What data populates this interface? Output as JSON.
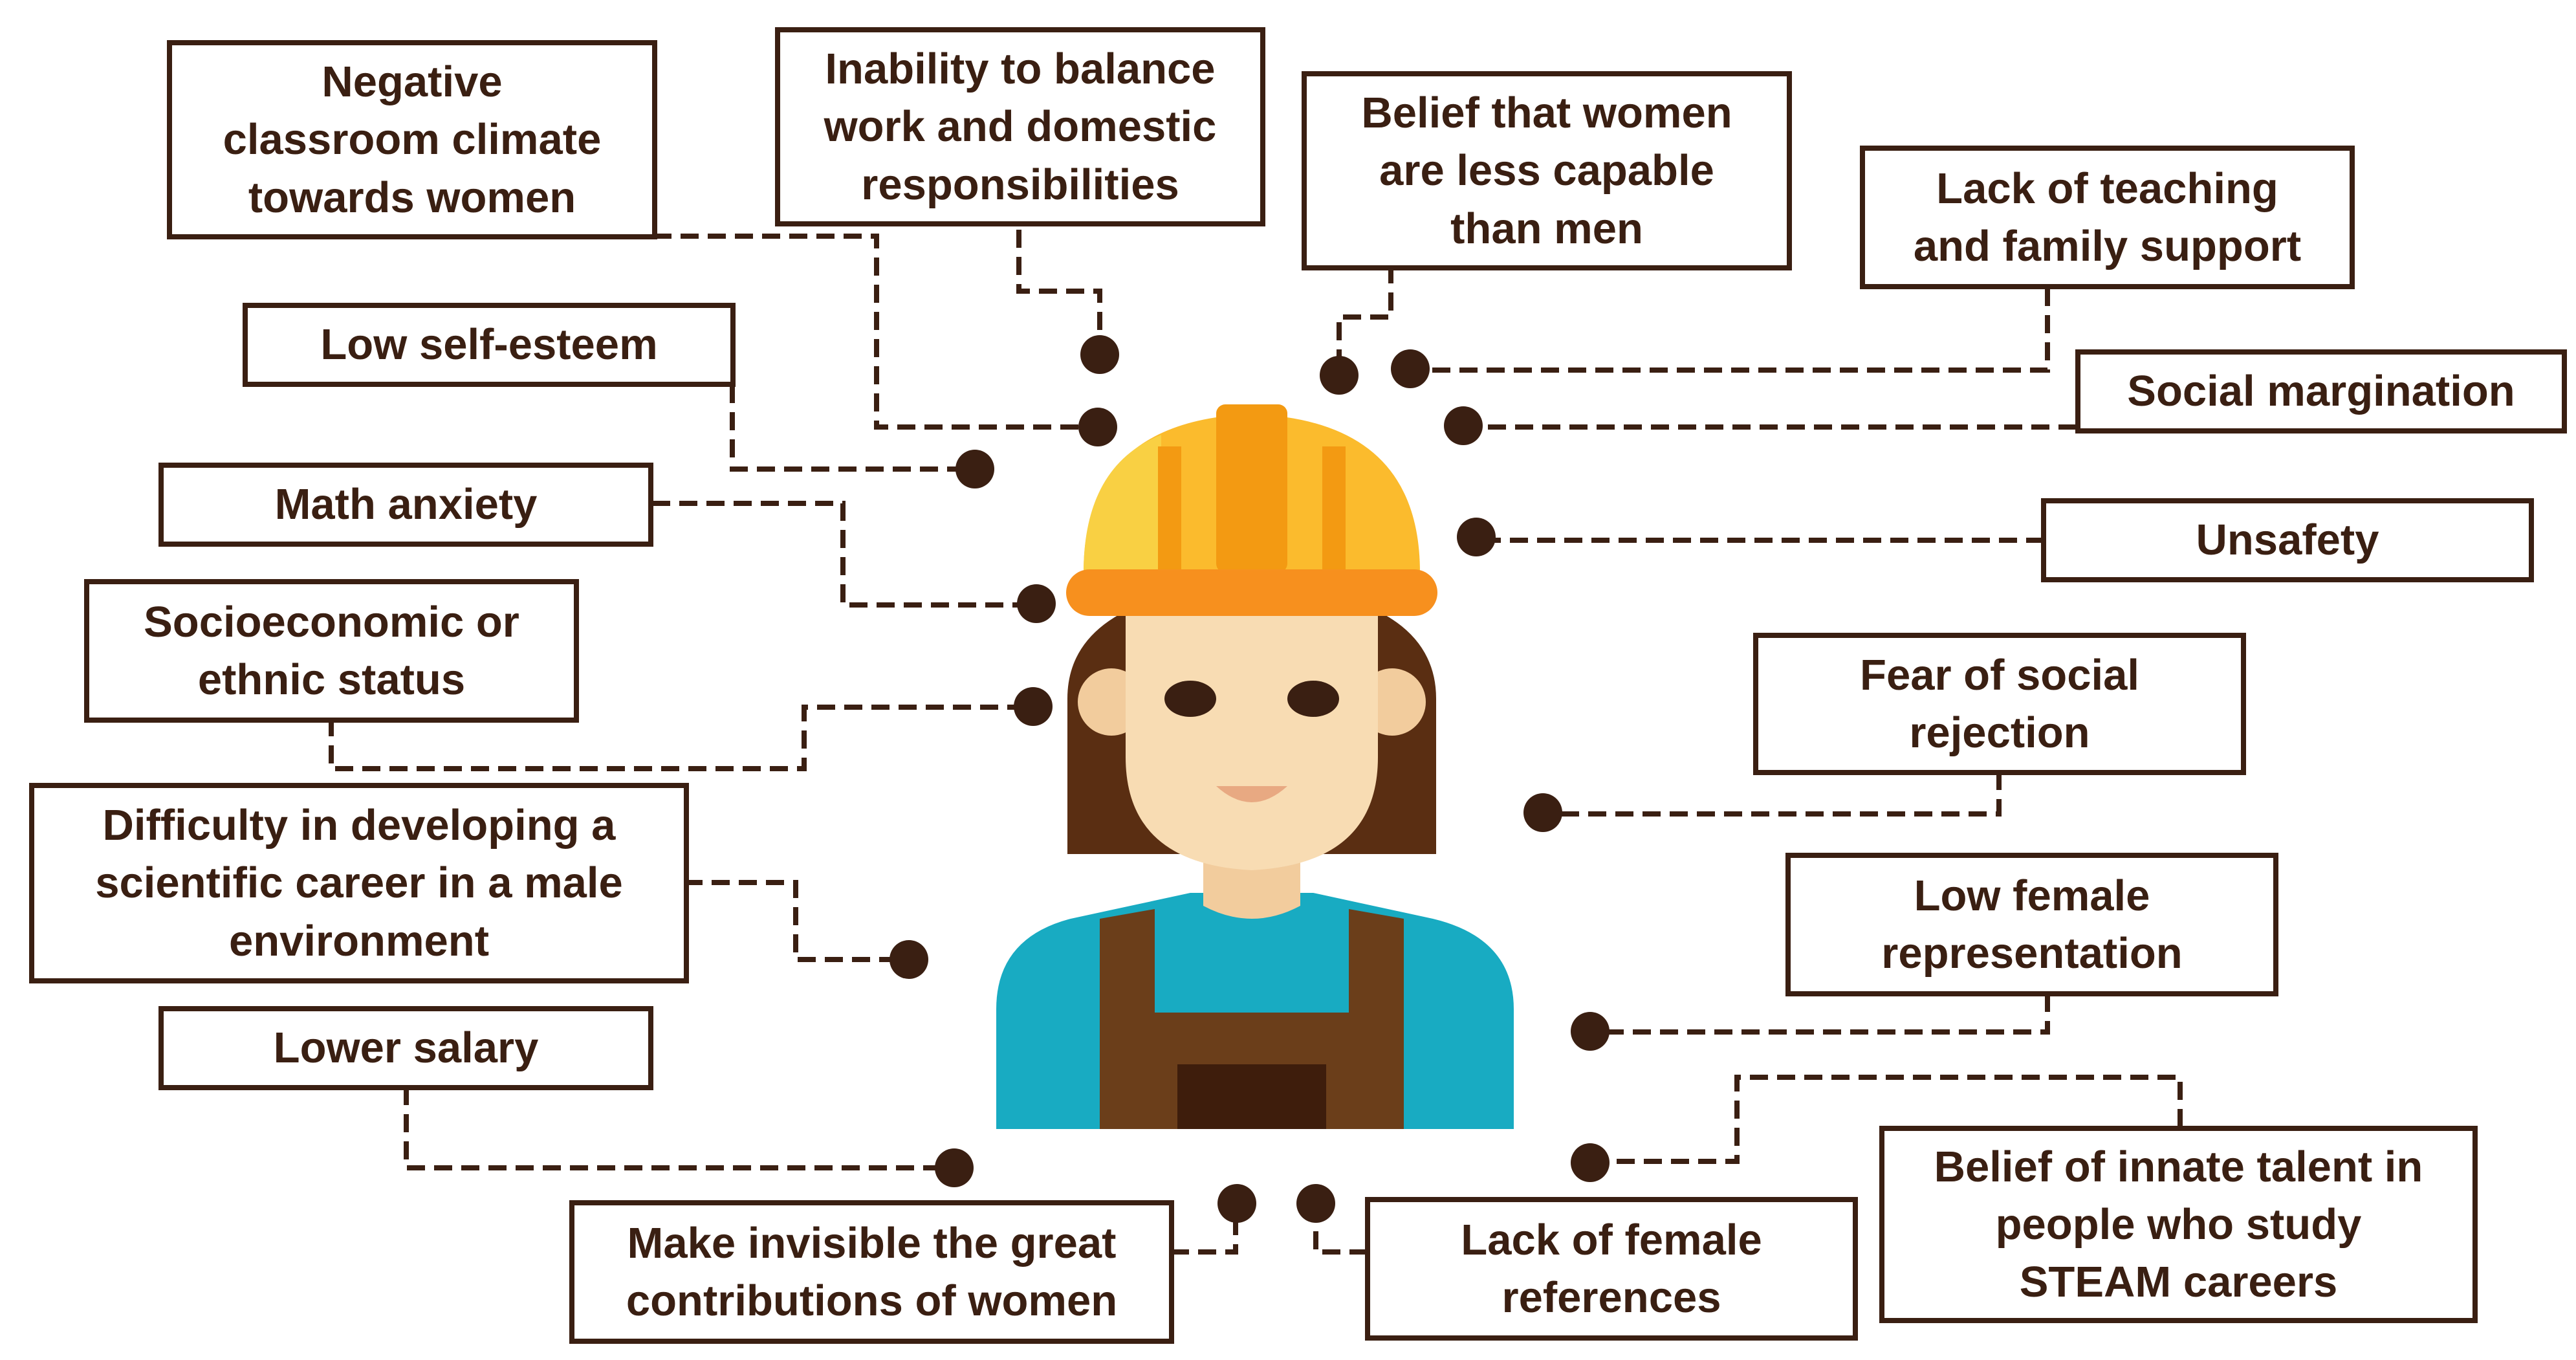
{
  "colors": {
    "ink": "#3a1f12",
    "background": "#ffffff",
    "helmet": "#fbbb2d",
    "helmet_dark": "#f39a12",
    "helmet_brim": "#f7901e",
    "hair": "#5a2e12",
    "skin": "#f8dcb3",
    "skin_shadow": "#f2cc9d",
    "shirt": "#18abc2",
    "overalls": "#6b3e1a",
    "overalls_dark": "#3e1d0c",
    "cheek": "#e8a982"
  },
  "icons": [
    "worker-woman-icon",
    "hard-hat-icon"
  ],
  "labels": {
    "negative_climate": "Negative\nclassroom climate\ntowards women",
    "inability_balance": "Inability to balance\nwork and domestic\nresponsibilities",
    "belief_less_capable": "Belief that women\nare less capable\nthan men",
    "lack_support": "Lack of teaching\nand family support",
    "low_self_esteem": "Low self-esteem",
    "social_margination": "Social margination",
    "math_anxiety": "Math anxiety",
    "unsafety": "Unsafety",
    "socioeconomic": "Socioeconomic or\nethnic status",
    "fear_rejection": "Fear of social\nrejection",
    "difficulty_career": "Difficulty in developing a\nscientific career in a male\nenvironment",
    "low_representation": "Low female\nrepresentation",
    "lower_salary": "Lower salary",
    "innate_talent": "Belief of innate talent in\npeople who study\nSTEAM careers",
    "make_invisible": "Make invisible the great\ncontributions of women",
    "lack_references": "Lack of female\nreferences"
  }
}
